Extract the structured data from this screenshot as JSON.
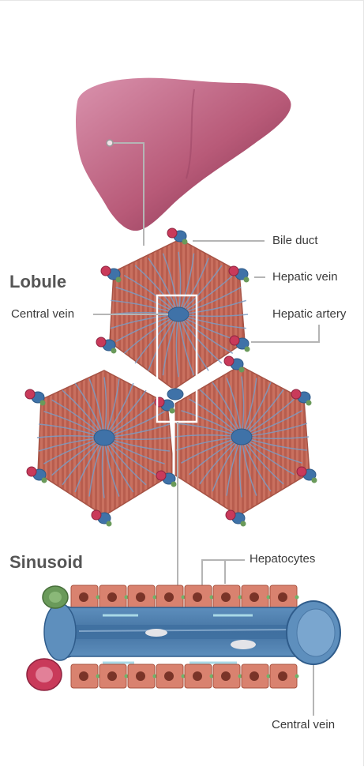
{
  "headings": {
    "lobule": "Lobule",
    "sinusoid": "Sinusoid"
  },
  "labels": {
    "bile_duct": "Bile duct",
    "hepatic_vein": "Hepatic vein",
    "hepatic_artery": "Hepatic artery",
    "central_vein_lobule": "Central vein",
    "hepatocytes": "Hepatocytes",
    "central_vein_sinusoid": "Central vein"
  },
  "colors": {
    "liver": "#b85a78",
    "lobule_tissue": "#c9705f",
    "vein_blue": "#4f7fae",
    "artery_red": "#c93a5a",
    "bile_green": "#6a9a5a",
    "hepatocyte": "#d9826f",
    "leader_line": "#b5b5b5"
  }
}
